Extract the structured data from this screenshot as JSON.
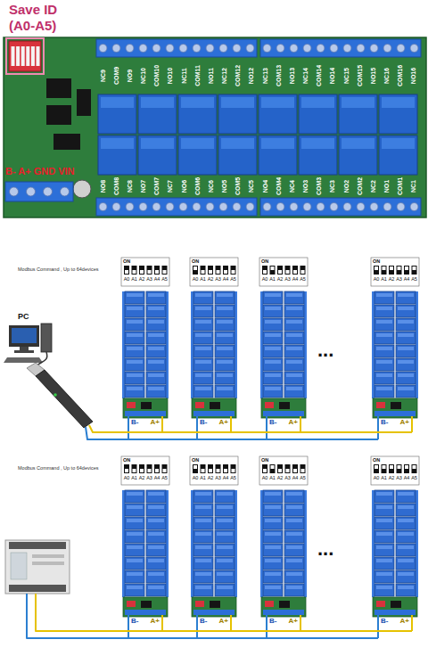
{
  "diagram": {
    "labels": [
      "Save ID (A0-A5)",
      "B- A+ GND VIN",
      "NC9",
      "COM9",
      "NO9",
      "NC10",
      "COM10",
      "NO10",
      "NC11",
      "COM11",
      "NO11",
      "NC12",
      "COM12",
      "NO12",
      "NC13",
      "COM13",
      "NO13",
      "NC14",
      "COM14",
      "NO14",
      "NC15",
      "COM15",
      "NO15",
      "NC16",
      "COM16",
      "NO16",
      "NO8",
      "COM8",
      "NC8",
      "NO7",
      "COM7",
      "NC7",
      "NO6",
      "COM6",
      "NC6",
      "NO5",
      "COM5",
      "NC5",
      "NO4",
      "COM4",
      "NC4",
      "NO3",
      "COM3",
      "NC3",
      "NO2",
      "COM2",
      "NC2",
      "NO1",
      "COM1",
      "NC1",
      "Modbus Command , Up to 64devices",
      "PC",
      "ON",
      "A0",
      "A1",
      "A2",
      "A3",
      "A4",
      "A5",
      "ON",
      "A0",
      "A1",
      "A2",
      "A3",
      "A4",
      "A5",
      "ON",
      "A0",
      "A1",
      "A2",
      "A3",
      "A4",
      "A5",
      "ON",
      "A0",
      "A1",
      "A2",
      "A3",
      "A4",
      "A5",
      "B-",
      "A+",
      "B-",
      "A+",
      "B-",
      "A+",
      "B-",
      "A+",
      "...",
      "Modbus Command , Up to 64devices",
      "ON",
      "A0",
      "A1",
      "A2",
      "A3",
      "A4",
      "A5",
      "ON",
      "A0",
      "A1",
      "A2",
      "A3",
      "A4",
      "A5",
      "ON",
      "A0",
      "A1",
      "A2",
      "A3",
      "A4",
      "A5",
      "ON",
      "A0",
      "A1",
      "A2",
      "A3",
      "A4",
      "A5",
      "B-",
      "A+",
      "B-",
      "A+",
      "B-",
      "A+",
      "B-",
      "A+",
      "..."
    ]
  }
}
